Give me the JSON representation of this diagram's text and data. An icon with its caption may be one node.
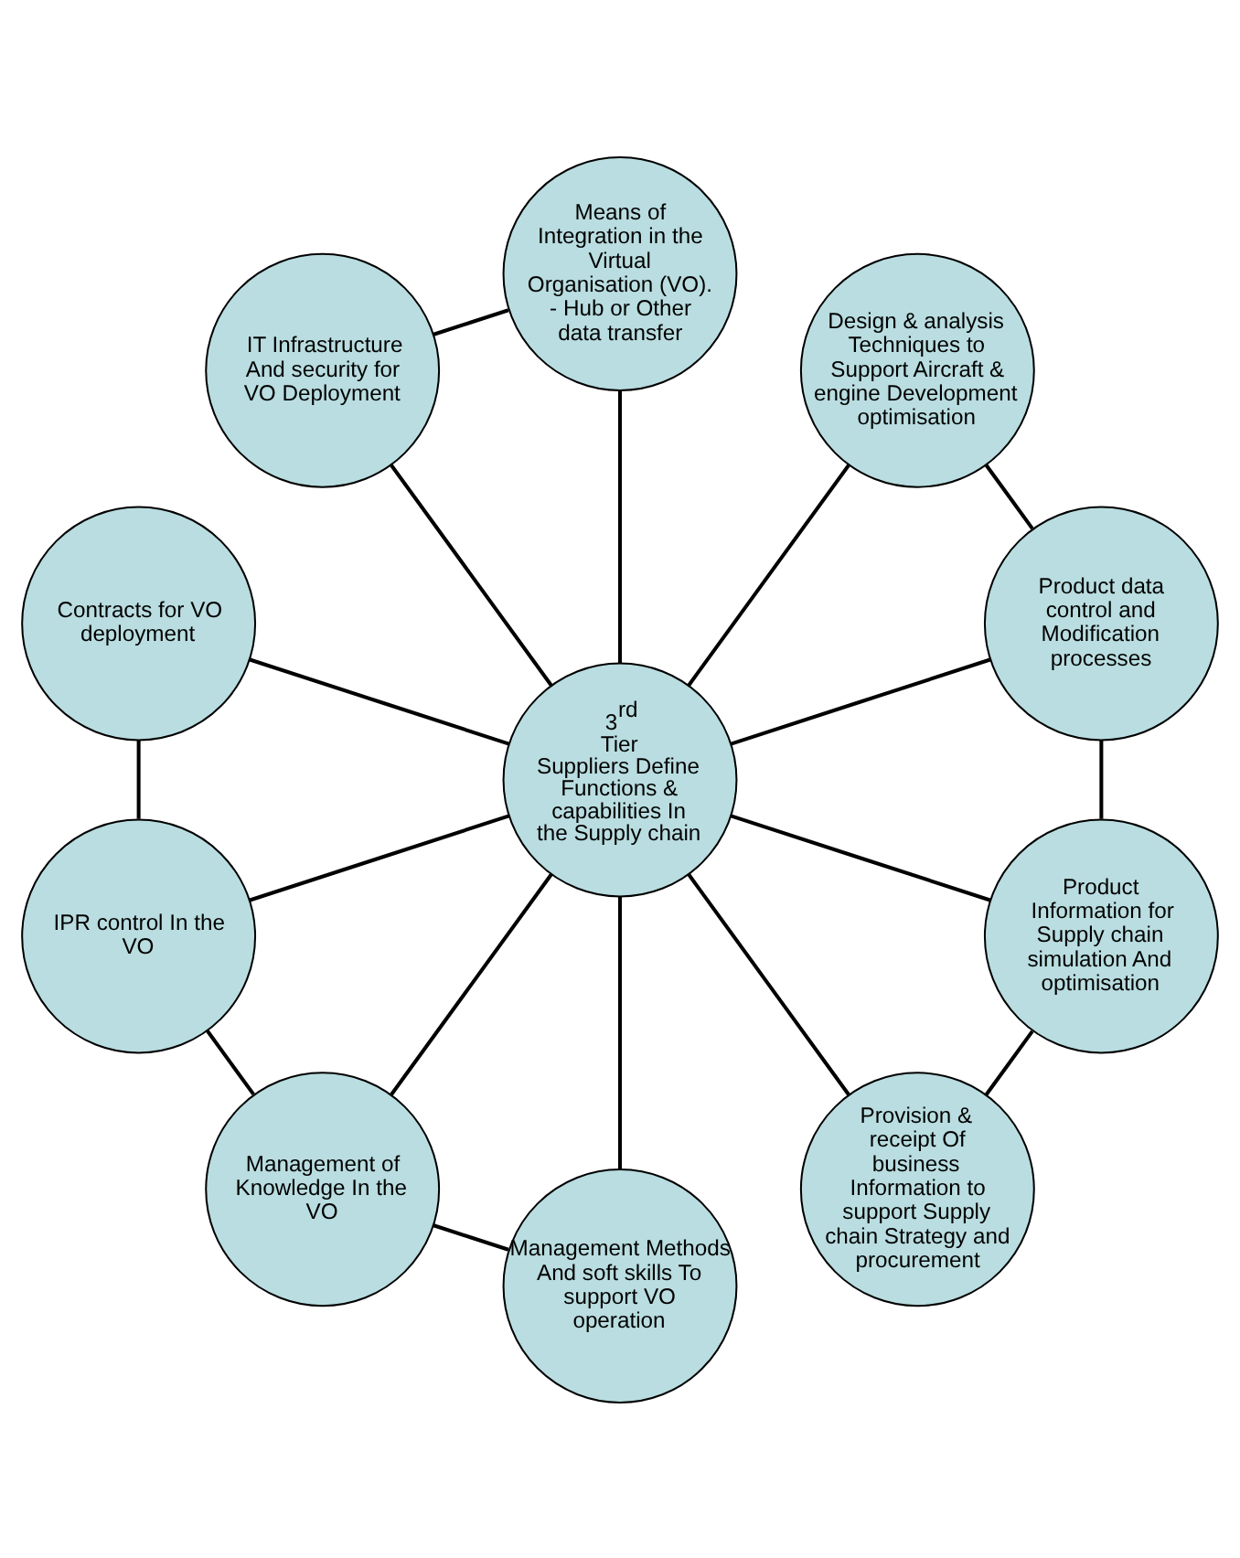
{
  "diagram": {
    "nodes": [
      {
        "text": [
          "Product Information for Supply chain simulation And optimisation"
        ]
      },
      {
        "text": [
          "Product data control and Modification processes"
        ]
      },
      {
        "text": [
          "Design & analysis Techniques to Support Aircraft & engine Development optimisation"
        ]
      },
      {
        "text": [
          "Provision & receipt Of business Information to support Supply chain Strategy and procurement"
        ]
      },
      {
        "text": [
          "Means of Integration in the Virtual Organisation (VO). - Hub or Other data transfer"
        ]
      },
      {
        "text": [
          "3$^{rd}$ Tier Suppliers Define Functions & capabilities In the Supply chain"
        ]
      },
      {
        "text": [
          "Management Methods And soft skills To support VO operation"
        ]
      },
      {
        "text": [
          "IT Infrastructure And security for VO Deployment"
        ]
      },
      {
        "text": [
          "Management of Knowledge In the VO"
        ]
      },
      {
        "text": [
          "IPR control In the VO"
        ]
      },
      {
        "text": [
          "Contracts for VO deployment"
        ]
      }
    ],
    "edges": [
      {
        "from": 5,
        "to": 0,
        "arrow": "none"
      },
      {
        "from": 5,
        "to": 1,
        "arrow": "none"
      },
      {
        "from": 5,
        "to": 2,
        "arrow": "none"
      },
      {
        "from": 5,
        "to": 4,
        "arrow": "none"
      },
      {
        "from": 5,
        "to": 7,
        "arrow": "none"
      },
      {
        "from": 5,
        "to": 10,
        "arrow": "none"
      },
      {
        "from": 5,
        "to": 9,
        "arrow": "none"
      },
      {
        "from": 5,
        "to": 8,
        "arrow": "none"
      },
      {
        "from": 5,
        "to": 6,
        "arrow": "none"
      },
      {
        "from": 5,
        "to": 3,
        "arrow": "none"
      },
      {
        "from": 0,
        "to": 1,
        "arrow": "none"
      },
      {
        "from": 1,
        "to": 2,
        "arrow": "none"
      },
      {
        "from": 0,
        "to": 3,
        "arrow": "none"
      },
      {
        "from": 4,
        "to": 7,
        "arrow": "none"
      },
      {
        "from": 6,
        "to": 8,
        "arrow": "none"
      },
      {
        "from": 8,
        "to": 9,
        "arrow": "none"
      },
      {
        "from": 9,
        "to": 10,
        "arrow": "none"
      }
    ]
  }
}
